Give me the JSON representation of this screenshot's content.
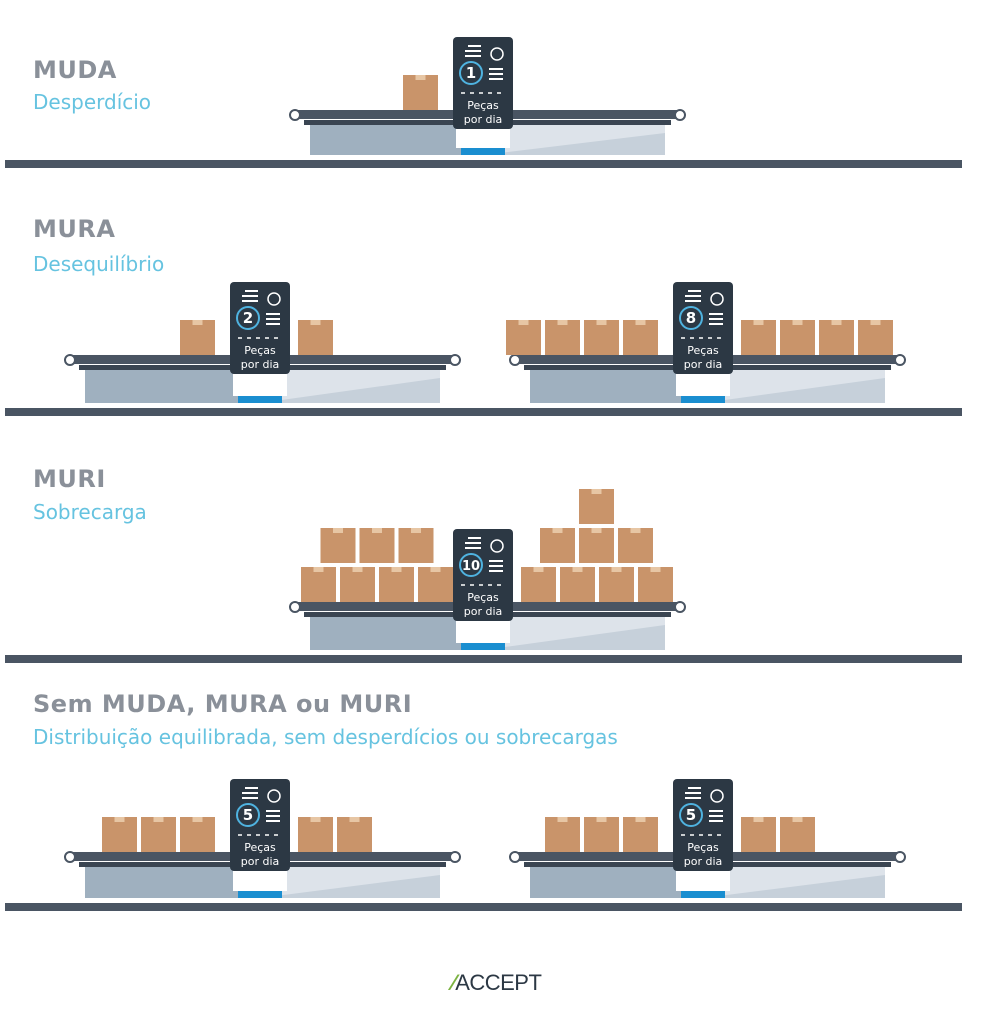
{
  "sections": [
    {
      "title": "MUDA",
      "subtitle": "Desperdício",
      "machines": [
        {
          "number": "1",
          "label_line1": "Peças",
          "label_line2": "por dia",
          "left_boxes": 1,
          "right_boxes": 0
        }
      ]
    },
    {
      "title": "MURA",
      "subtitle": "Desequilíbrio",
      "machines": [
        {
          "number": "2",
          "label_line1": "Peças",
          "label_line2": "por dia",
          "left_boxes": 1,
          "right_boxes": 1
        },
        {
          "number": "8",
          "label_line1": "Peças",
          "label_line2": "por dia",
          "left_boxes": 4,
          "right_boxes": 4
        }
      ]
    },
    {
      "title": "MURI",
      "subtitle": "Sobrecarga",
      "machines": [
        {
          "number": "10",
          "label_line1": "Peças",
          "label_line2": "por dia",
          "left_boxes": 7,
          "right_boxes": 8
        }
      ]
    },
    {
      "title": "Sem MUDA, MURA ou MURI",
      "subtitle": "Distribuição equilibrada, sem desperdícios ou sobrecargas",
      "machines": [
        {
          "number": "5",
          "label_line1": "Peças",
          "label_line2": "por dia",
          "left_boxes": 3,
          "right_boxes": 2
        },
        {
          "number": "5",
          "label_line1": "Peças",
          "label_line2": "por dia",
          "left_boxes": 3,
          "right_boxes": 2
        }
      ]
    }
  ],
  "colors": {
    "title": "#8a9099",
    "subtitle": "#66c3e0",
    "floor": "#4a5563",
    "box": "#c9946a",
    "machine": "#2c3844",
    "machine_base": "#1a8ed0"
  },
  "logo": {
    "text": "ACCEPT"
  }
}
